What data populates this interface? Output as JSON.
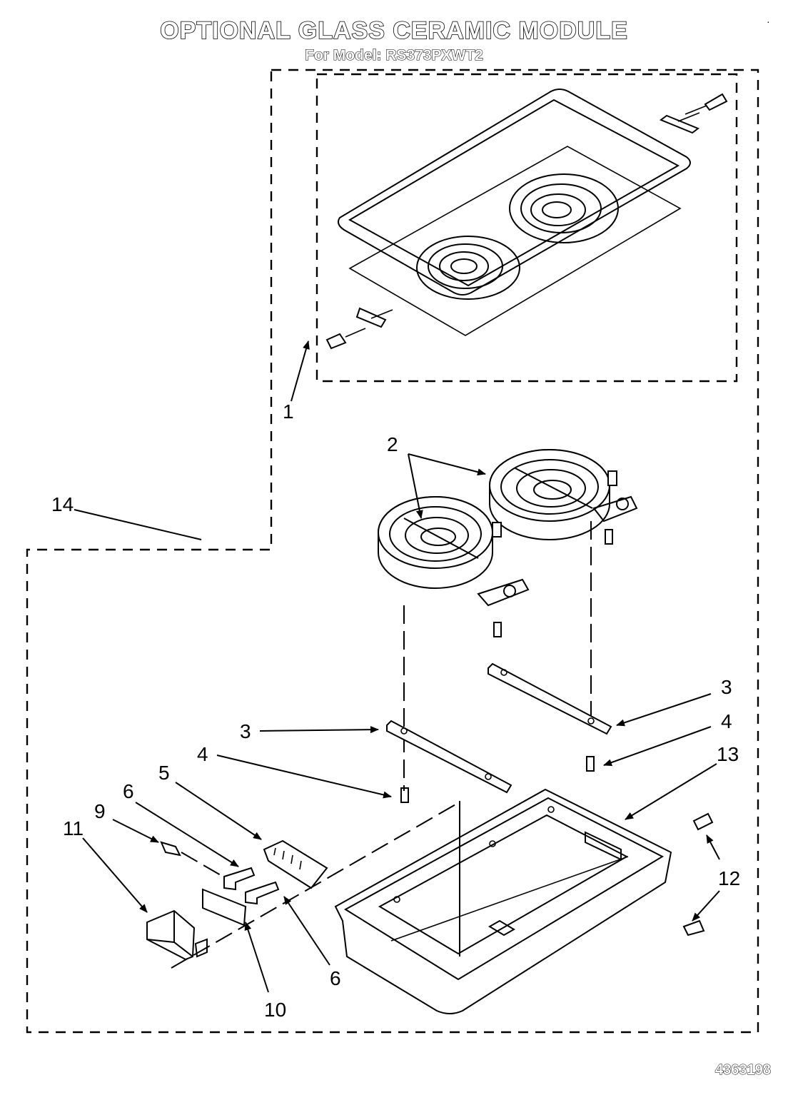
{
  "header": {
    "title": "OPTIONAL GLASS CERAMIC MODULE",
    "subtitle": "For Model: RS373PXWT2"
  },
  "footer": {
    "doc_number": "4363198"
  },
  "corner_mark": "·",
  "callouts": [
    {
      "id": "c1",
      "label": "1"
    },
    {
      "id": "c2",
      "label": "2"
    },
    {
      "id": "c3a",
      "label": "3"
    },
    {
      "id": "c3b",
      "label": "3"
    },
    {
      "id": "c4a",
      "label": "4"
    },
    {
      "id": "c4b",
      "label": "4"
    },
    {
      "id": "c5",
      "label": "5"
    },
    {
      "id": "c6a",
      "label": "6"
    },
    {
      "id": "c6b",
      "label": "6"
    },
    {
      "id": "c9",
      "label": "9"
    },
    {
      "id": "c10",
      "label": "10"
    },
    {
      "id": "c11",
      "label": "11"
    },
    {
      "id": "c12",
      "label": "12"
    },
    {
      "id": "c13",
      "label": "13"
    },
    {
      "id": "c14",
      "label": "14"
    }
  ]
}
